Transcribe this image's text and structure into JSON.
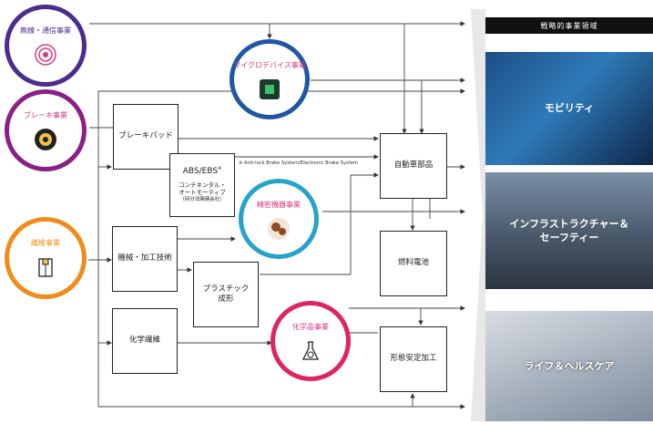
{
  "businesses": {
    "wireless": "無線・通信事業",
    "brake": "ブレーキ事業",
    "textile": "繊維事業",
    "micro": "マイクロデバイス事業",
    "precision": "精密機器事業",
    "chemical": "化学品事業"
  },
  "boxes": {
    "brake_pad": "ブレーキパッド",
    "abs_title": "ABS/EBS",
    "abs_sup": "※",
    "abs_sub1": "コンチネンタル・",
    "abs_sub2": "オートモーティブ",
    "abs_sub3": "（持分法関連会社）",
    "machining": "機械・加工技術",
    "plastic_1": "プラスチック",
    "plastic_2": "成形",
    "chem_fiber": "化学繊維",
    "auto_parts": "自動車部品",
    "fuel_cell": "燃料電池",
    "shape_stable": "形態安定加工"
  },
  "note": "※ Anti-lock Brake System/Electronic Brake System",
  "strategic": {
    "header": "戦略的事業領域",
    "mobility": "モビリティ",
    "infra_1": "インフラストラクチャー＆",
    "infra_2": "セーフティー",
    "life": "ライフ＆ヘルスケア"
  },
  "colors": {
    "wireless": "#4b2c8f",
    "brake": "#8c1f86",
    "textile": "#f08c1a",
    "micro": "#1f56a5",
    "precision": "#27a3c9",
    "chemical": "#e0245e"
  }
}
